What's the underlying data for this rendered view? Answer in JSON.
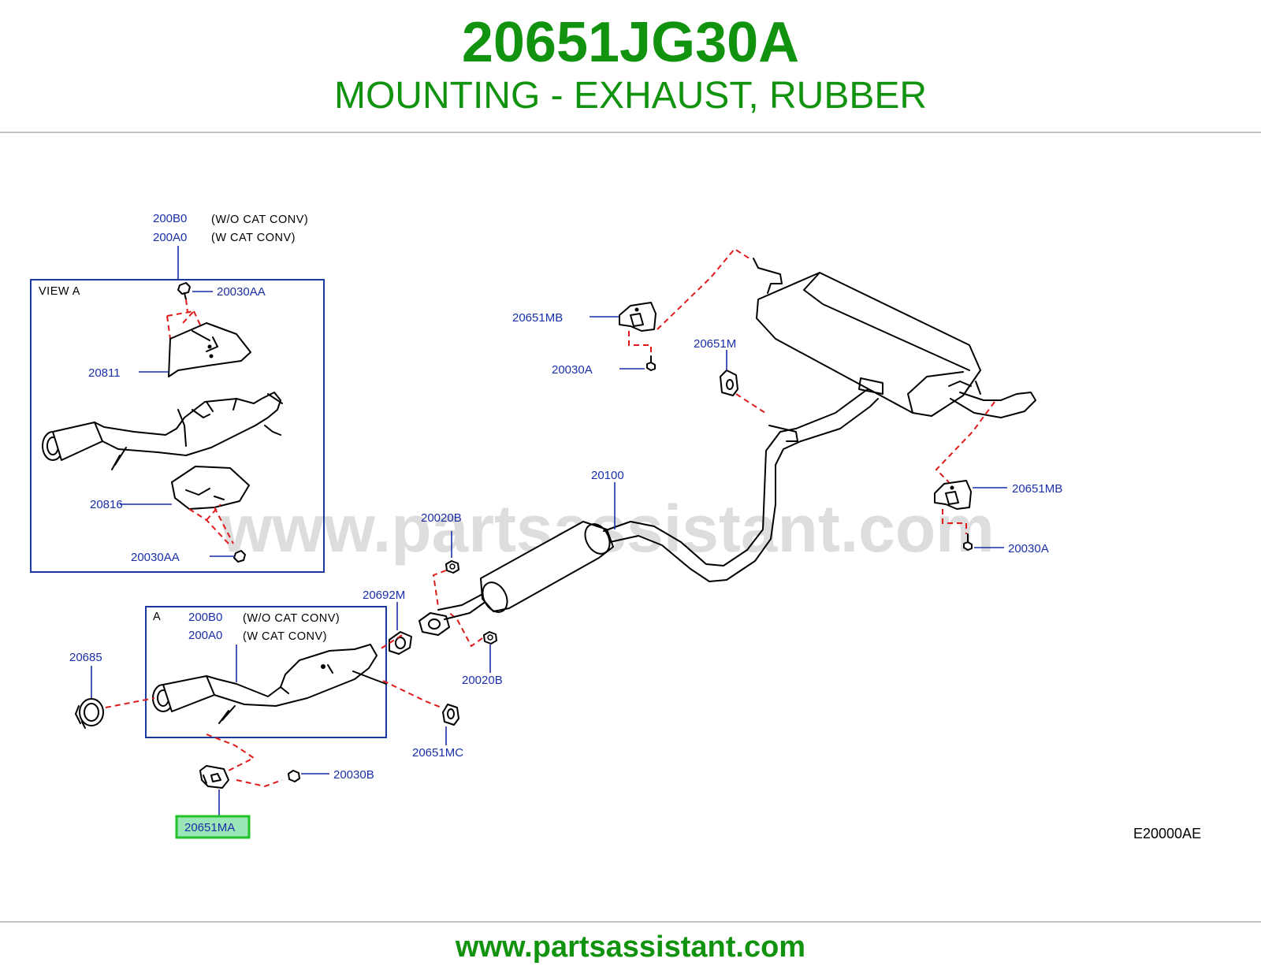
{
  "header": {
    "part_number": "20651JG30A",
    "part_name": "MOUNTING - EXHAUST, RUBBER"
  },
  "diagram": {
    "view_a_title": "VIEW   A",
    "a_box_title": "A",
    "labels": {
      "top_200B0": "200B0",
      "top_200A0": "200A0",
      "note_wo_cat": "(W/O   CAT   CONV)",
      "note_w_cat": "(W   CAT   CONV)",
      "box_200B0": "200B0",
      "box_200A0": "200A0",
      "box_note_wo_cat": "(W/O   CAT   CONV)",
      "box_note_w_cat": "(W   CAT   CONV)",
      "p20030AA_top": "20030AA",
      "p20811": "20811",
      "p20816": "20816",
      "p20030AA_bottom": "20030AA",
      "p20651MB_top": "20651MB",
      "p20030A_top": "20030A",
      "p20651M": "20651M",
      "p20100": "20100",
      "p20651MB_right": "20651MB",
      "p20030A_right": "20030A",
      "p20020B_top": "20020B",
      "p20692M": "20692M",
      "p20020B_bottom": "20020B",
      "p20685": "20685",
      "p20651MC": "20651MC",
      "p20030B": "20030B",
      "p20651MA": "20651MA"
    },
    "highlighted_part": "20651MA",
    "highlight_color": "#22c22a",
    "drawing_code": "E20000AE",
    "watermark": "www.partsassistant.com"
  },
  "footer": {
    "url": "www.partsassistant.com"
  },
  "colors": {
    "brand_green": "#11930f",
    "label_blue": "#1a2fa8",
    "dashed_red": "#e01a1a"
  }
}
